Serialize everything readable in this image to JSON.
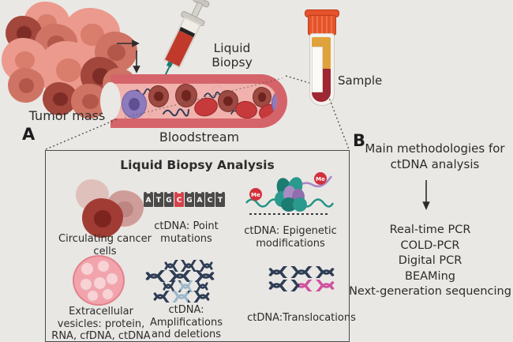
{
  "figure": {
    "panel_a_label": "A",
    "panel_b_label": "B",
    "tumor_mass_label": "Tumor mass",
    "liquid_biopsy_label": "Liquid Biopsy",
    "bloodstream_label": "Bloodstream",
    "sample_label": "Sample"
  },
  "analysis_box": {
    "title": "Liquid Biopsy Analysis",
    "items": [
      {
        "icon": "circulating-cancer-cells-icon",
        "label": "Circulating cancer cells"
      },
      {
        "icon": "dna-sequence-blocks-icon",
        "label": "ctDNA: Point mutations",
        "sequence": [
          "A",
          "T",
          "G",
          "C",
          "G",
          "A",
          "C",
          "T"
        ],
        "highlighted_base_index": 3
      },
      {
        "icon": "nucleosome-methylation-icon",
        "label": "ctDNA: Epigenetic modifications",
        "methyl_tag": "Me"
      },
      {
        "icon": "extracellular-vesicle-icon",
        "label": "Extracellular vesicles: protein, RNA, cfDNA, ctDNA"
      },
      {
        "icon": "dna-amplifications-icon",
        "label": "ctDNA: Amplifications and deletions"
      },
      {
        "icon": "dna-translocations-icon",
        "label": "ctDNA:Translocations"
      }
    ]
  },
  "methods_panel": {
    "heading": "Main methodologies for ctDNA analysis",
    "methods": [
      "Real-time PCR",
      "COLD-PCR",
      "Digital PCR",
      "BEAMing",
      "Next-generation sequencing"
    ]
  },
  "colors": {
    "page_bg": "#eae8e5",
    "text": "#2e2c2a",
    "box_border": "#4a4a4a",
    "vessel_wall": "#d5646a",
    "vessel_lumen": "#f1b2ad",
    "tumor_light": "#eb9a8d",
    "tumor_mid": "#cf7465",
    "tumor_dark": "#a3463c",
    "rbc_red": "#c63a3c",
    "purple_cell": "#8d7bbd",
    "dna_navy": "#2e3d55",
    "dna_light_blue": "#9cb8cb",
    "dna_pink": "#d0529e",
    "methyl_red": "#d2313c",
    "teal": "#259287",
    "purple_strand": "#a988c6",
    "seq_block": "#4c4a49",
    "seq_highlight": "#d7434b",
    "tube_cap": "#e4532b",
    "plasma_yellow": "#dfa23c",
    "tube_blood": "#a02632",
    "vesicle_pink": "#f2a3ab",
    "vesicle_inner": "#f8d2d5"
  }
}
